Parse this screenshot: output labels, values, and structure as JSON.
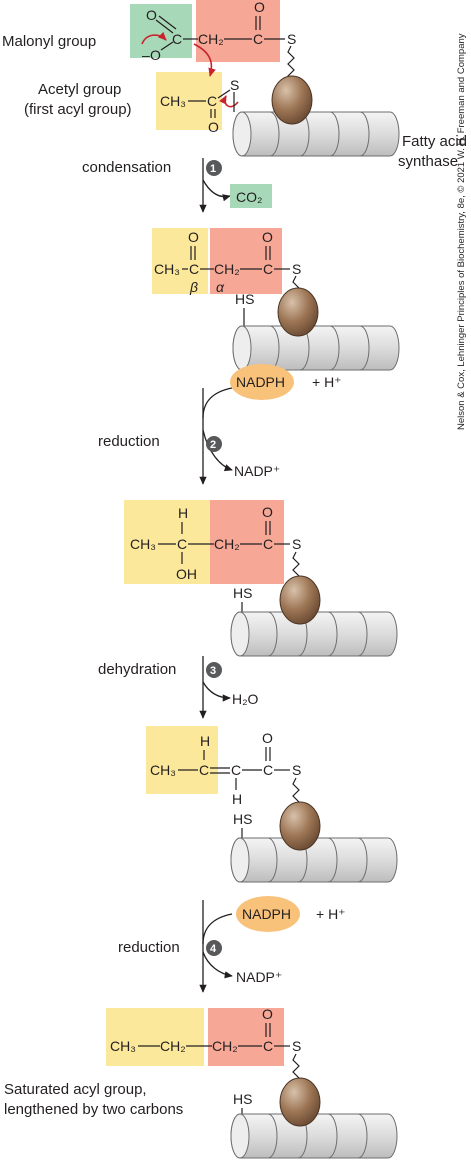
{
  "colors": {
    "yellow": "#fbe89a",
    "salmon": "#f6a795",
    "green": "#a7d8b8",
    "nadph": "#f9c27a",
    "enzyme": "#a07a5c",
    "badge": "#58595b",
    "red_arrow": "#c8232c",
    "drum": "#e6e7e8"
  },
  "labels": {
    "malonyl": "Malonyl group",
    "acetyl_line1": "Acetyl group",
    "acetyl_line2": "(first acyl group)",
    "enzyme_line1": "Fatty acid",
    "enzyme_line2": "synthase",
    "final_line1": "Saturated acyl group,",
    "final_line2": "lengthened by two carbons"
  },
  "steps": [
    {
      "number": "1",
      "name": "condensation",
      "product": "CO₂"
    },
    {
      "number": "2",
      "name": "reduction",
      "reagent": "NADPH",
      "cofactor": "+ H⁺",
      "product": "NADP⁺"
    },
    {
      "number": "3",
      "name": "dehydration",
      "product": "H₂O"
    },
    {
      "number": "4",
      "name": "reduction",
      "reagent": "NADPH",
      "cofactor": "+ H⁺",
      "product": "NADP⁺"
    }
  ],
  "chem": {
    "O": "O",
    "C": "C",
    "S": "S",
    "H": "H",
    "OH": "OH",
    "HS": "HS",
    "CH3": "CH₃",
    "CH2": "CH₂",
    "beta": "β",
    "alpha": "α",
    "neg": "–"
  },
  "credit": "Nelson & Cox, Lehninger Principles of Biochemistry, 8e, © 2021 W. H. Freeman and Company"
}
